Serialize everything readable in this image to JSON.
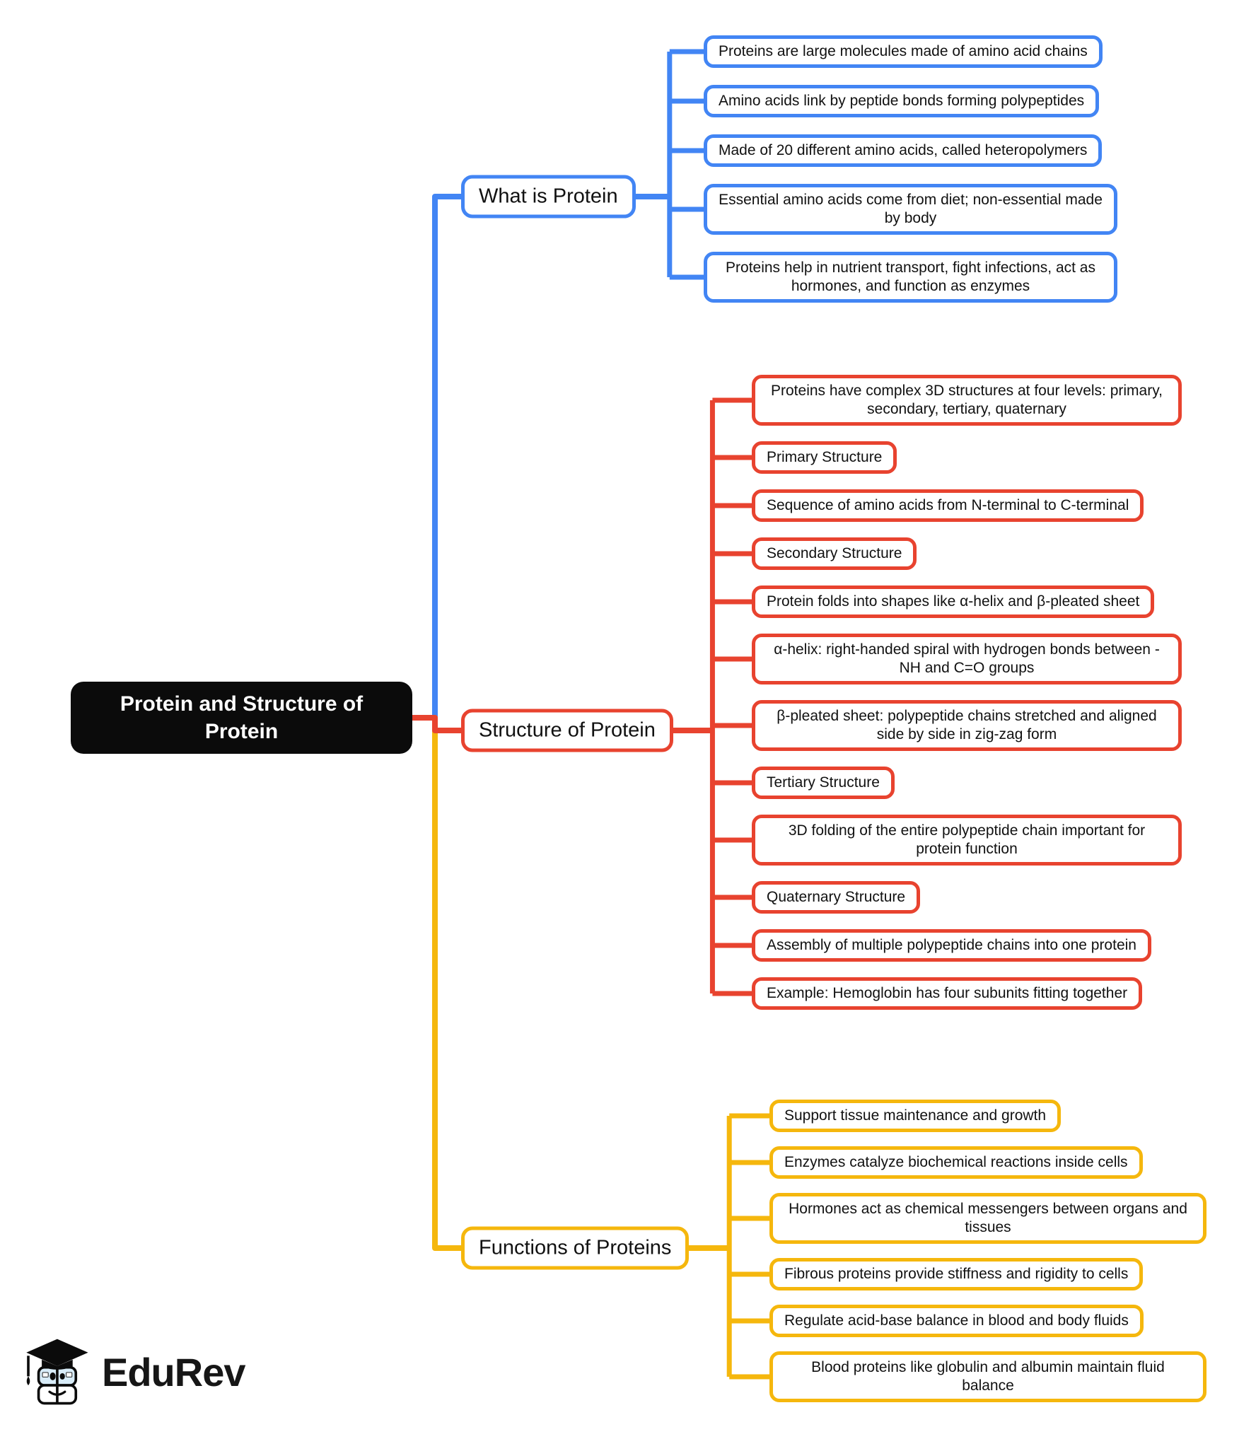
{
  "root": {
    "label": "Protein and Structure of Protein",
    "bg_color": "#0b0b0b",
    "text_color": "#ffffff"
  },
  "branches": [
    {
      "label": "What is Protein",
      "color": "#4285f4",
      "children": [
        "Proteins are large molecules made of amino acid chains",
        "Amino acids link by peptide bonds forming polypeptides",
        "Made of 20 different amino acids, called heteropolymers",
        "Essential amino acids come from diet; non-essential made by body",
        "Proteins help in nutrient transport, fight infections, act as hormones, and function as enzymes"
      ]
    },
    {
      "label": "Structure of Protein",
      "color": "#e8432f",
      "children": [
        "Proteins have complex 3D structures at four levels: primary, secondary, tertiary, quaternary",
        "Primary Structure",
        "Sequence of amino acids from N-terminal to C-terminal",
        "Secondary Structure",
        "Protein folds into shapes like α-helix and β-pleated sheet",
        "α-helix: right-handed spiral with hydrogen bonds between -NH and C=O groups",
        "β-pleated sheet: polypeptide chains stretched and aligned side by side in zig-zag form",
        "Tertiary Structure",
        "3D folding of the entire polypeptide chain important for protein function",
        "Quaternary Structure",
        "Assembly of multiple polypeptide chains into one protein",
        "Example: Hemoglobin has four subunits fitting together"
      ]
    },
    {
      "label": "Functions of Proteins",
      "color": "#f5b70d",
      "children": [
        "Support tissue maintenance and growth",
        "Enzymes catalyze biochemical reactions inside cells",
        "Hormones act as chemical messengers between organs and tissues",
        "Fibrous proteins provide stiffness and rigidity to cells",
        "Regulate acid-base balance in blood and body fluids",
        "Blood proteins like globulin and albumin maintain fluid balance"
      ]
    }
  ],
  "logo": {
    "brand": "EduRev"
  }
}
